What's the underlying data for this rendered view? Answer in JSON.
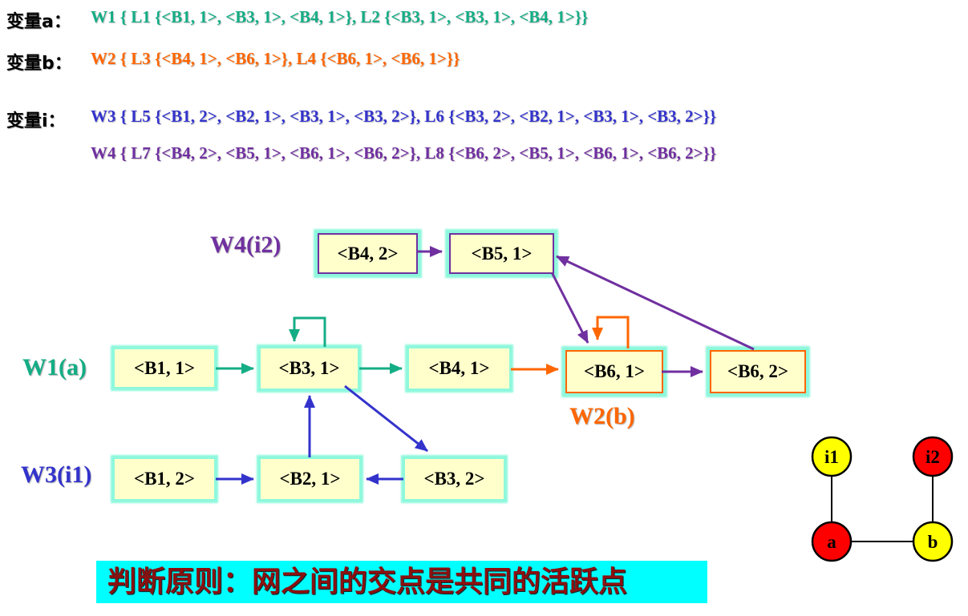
{
  "colors": {
    "teal": "#14AD85",
    "orange": "#FF6600",
    "blue": "#3333CC",
    "purple": "#7030A0",
    "black": "#000000",
    "box_fill": "#FFFFCC",
    "box_glow": "#8EF8DC",
    "banner_bg": "#00FFFF",
    "banner_text": "#8B1010",
    "node_yellow": "#FFFF00",
    "node_red": "#FF0000"
  },
  "definitions": [
    {
      "var_label": "变量a：",
      "web_text": "W1 { L1 {<B1, 1>, <B3, 1>, <B4, 1>}, L2 {<B3, 1>, <B3, 1>, <B4, 1>}}"
    },
    {
      "var_label": "变量b：",
      "web_text": "W2 { L3 {<B4, 1>, <B6, 1>}, L4 {<B6, 1>, <B6, 1>}}"
    },
    {
      "var_label": "变量i：",
      "web_text": "W3 { L5 {<B1, 2>, <B2, 1>, <B3, 1>, <B3, 2>}, L6 {<B3, 2>, <B2, 1>, <B3, 1>, <B3, 2>}}"
    },
    {
      "var_label": "",
      "web_text": "W4 { L7 {<B4, 2>, <B5, 1>, <B6, 1>, <B6, 2>}, L8 {<B6, 2>, <B5, 1>, <B6, 1>, <B6, 2>}}"
    }
  ],
  "web_labels": {
    "w4": "W4(i2)",
    "w1": "W1(a)",
    "w2": "W2(b)",
    "w3": "W3(i1)"
  },
  "boxes": {
    "b42": "<B4, 2>",
    "b51": "<B5, 1>",
    "b11": "<B1, 1>",
    "b31": "<B3, 1>",
    "b41": "<B4, 1>",
    "b61": "<B6, 1>",
    "b62": "<B6, 2>",
    "b12": "<B1, 2>",
    "b21": "<B2, 1>",
    "b32": "<B3, 2>"
  },
  "interference_graph": {
    "nodes": [
      {
        "label": "i1",
        "fill": "#FFFF00"
      },
      {
        "label": "i2",
        "fill": "#FF0000"
      },
      {
        "label": "a",
        "fill": "#FF0000"
      },
      {
        "label": "b",
        "fill": "#FFFF00"
      }
    ],
    "edges": [
      "i1-a",
      "i2-b",
      "a-b"
    ]
  },
  "banner": {
    "text": "判断原则：网之间的交点是共同的活跃点"
  }
}
